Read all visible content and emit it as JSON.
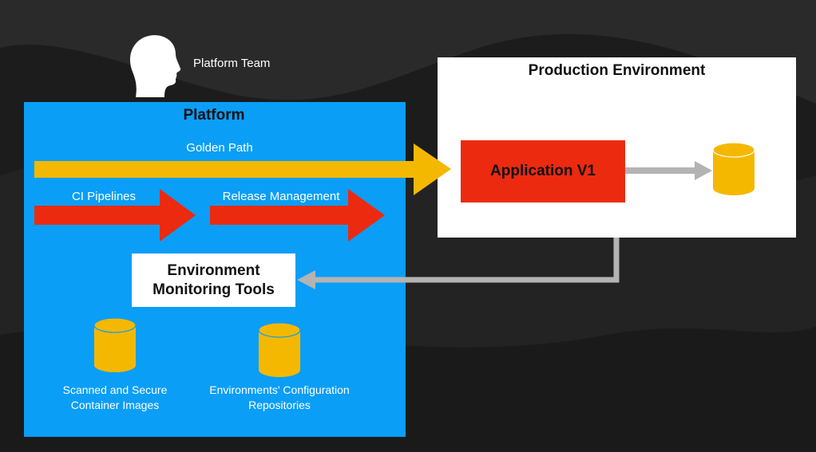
{
  "platform_team": {
    "label": "Platform Team"
  },
  "platform": {
    "title": "Platform",
    "golden_path": "Golden Path",
    "ci_pipelines": "CI Pipelines",
    "release_management": "Release Management",
    "monitoring_tools": "Environment\nMonitoring Tools",
    "container_images": "Scanned and Secure\nContainer Images",
    "config_repos": "Environments' Configuration\nRepositories"
  },
  "production": {
    "title": "Production Environment",
    "application": "Application V1"
  },
  "colors": {
    "platform_blue": "#0a9ef7",
    "golden_arrow": "#f5b800",
    "pipeline_arrow": "#ec2a10",
    "cylinder": "#f5b800",
    "connector_gray": "#b3b3b3"
  }
}
